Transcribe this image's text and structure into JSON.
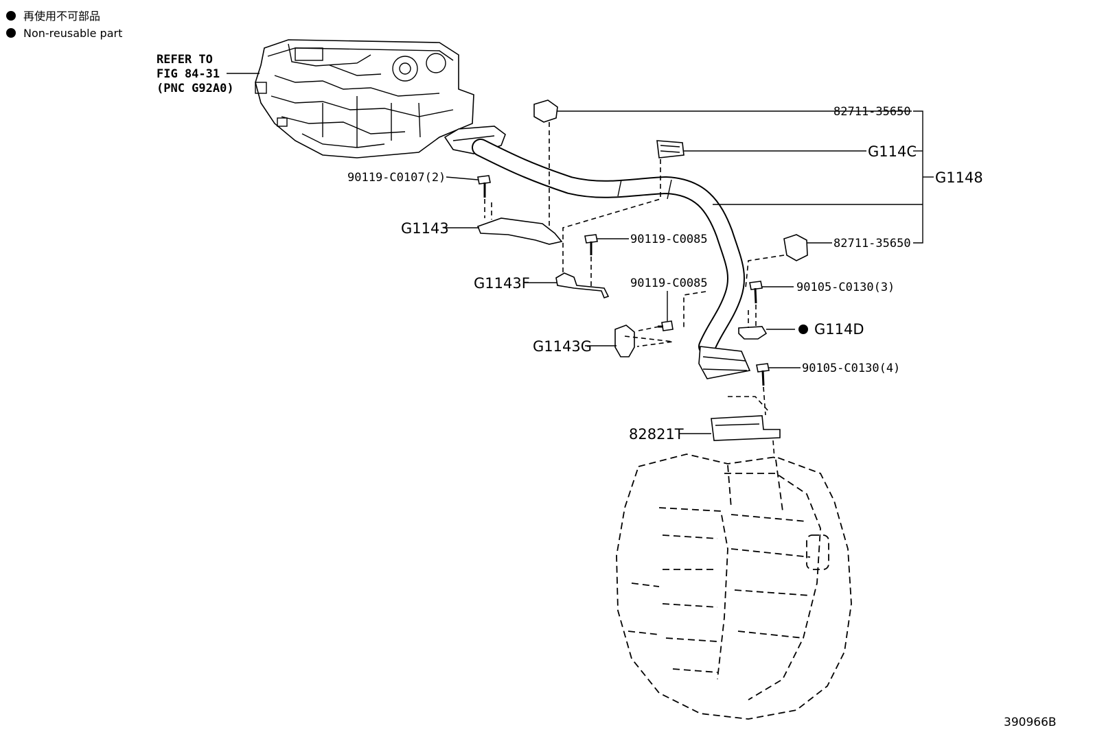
{
  "legend": {
    "line1": "再使用不可部品",
    "line2": "Non-reusable part"
  },
  "refer": {
    "line1": "REFER TO",
    "line2": "FIG 84-31",
    "line3": "(PNC G92A0)"
  },
  "parts": {
    "clamp_top": "82711-35650",
    "g114c": "G114C",
    "g1148": "G1148",
    "clamp_mid": "82711-35650",
    "bolt_2": "90119-C0107(2)",
    "g1143": "G1143",
    "bolt_c0085_a": "90119-C0085",
    "g1143f": "G1143F",
    "bolt_c0085_b": "90119-C0085",
    "bolt_3": "90105-C0130(3)",
    "g114d": "G114D",
    "g1143g": "G1143G",
    "bolt_4": "90105-C0130(4)",
    "p82821t": "82821T"
  },
  "diagram_code": "390966B"
}
